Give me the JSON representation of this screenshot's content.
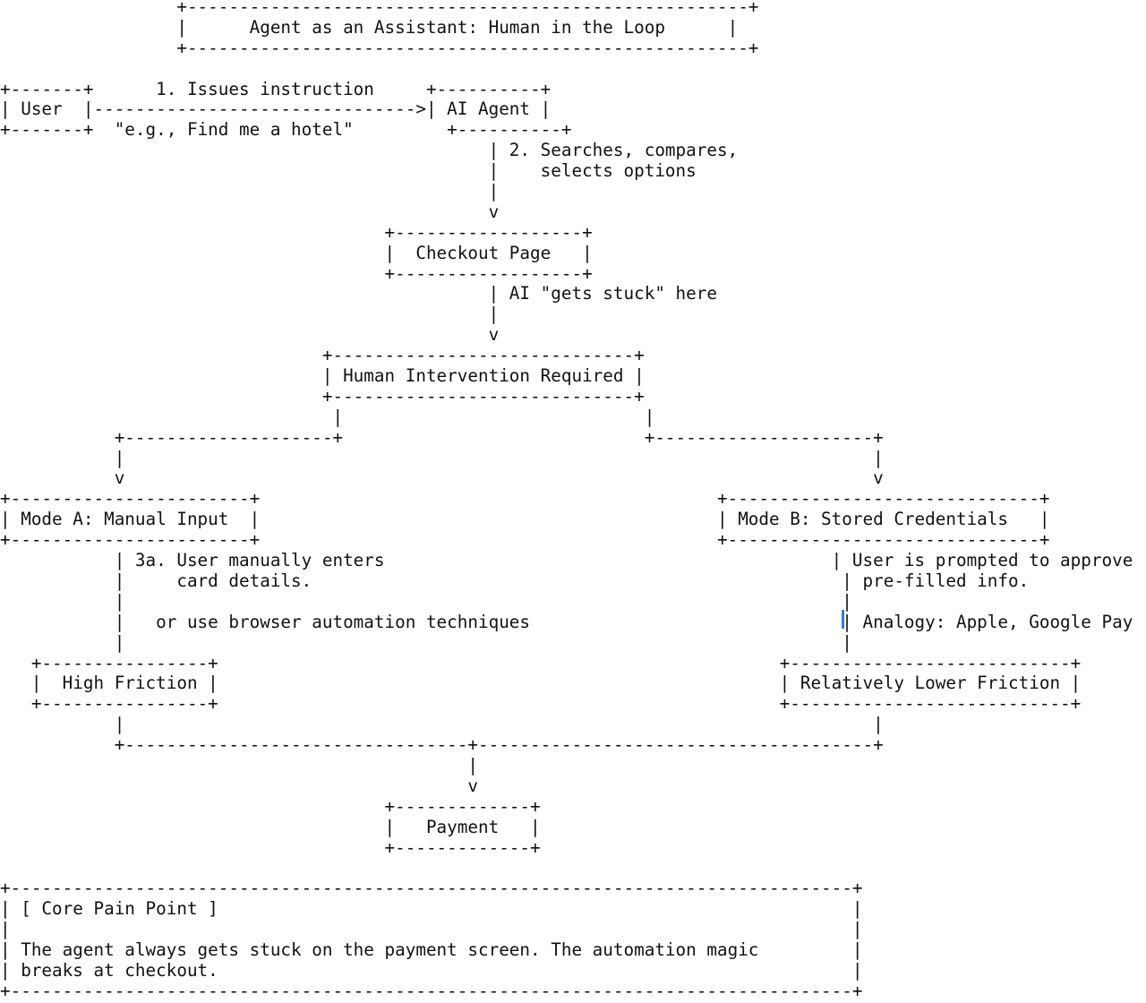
{
  "title": "Agent as an Assistant: Human in the Loop",
  "lines": [
    "                 +------------------------------------------------------+",
    "                 |      Agent as an Assistant: Human in the Loop      |",
    "                 +------------------------------------------------------+",
    "",
    "+-------+      1. Issues instruction     +----------+",
    "| User  |------------------------------->| AI Agent |",
    "+-------+  \"e.g., Find me a hotel\"         +----------+",
    "                                               | 2. Searches, compares,",
    "                                               |    selects options",
    "                                               |",
    "                                               v",
    "                                     +------------------+",
    "                                     |  Checkout Page   |",
    "                                     +------------------+",
    "                                               | AI \"gets stuck\" here",
    "                                               |",
    "                                               v",
    "                               +-----------------------------+",
    "                               | Human Intervention Required |",
    "                               +-----------------------------+",
    "                                |                             |",
    "           +--------------------+                             +---------------------+",
    "           |                                                                        |",
    "           v                                                                        v",
    "+-----------------------+                                            +------------------------------+",
    "| Mode A: Manual Input  |                                            | Mode B: Stored Credentials   |",
    "+-----------------------+                                            +------------------------------+",
    "           | 3a. User manually enters                                           | User is prompted to approve",
    "           |     card details.                                                   | pre-filled info.",
    "           |                                                                     |",
    "           |   or use browser automation techniques                              | Analogy: Apple, Google Pay",
    "           |                                                                     |",
    "   +----------------+                                                      +---------------------------+",
    "   |  High Friction |                                                      | Relatively Lower Friction |",
    "   +----------------+                                                      +---------------------------+",
    "           |                                                                        |",
    "           +---------------------------------+--------------------------------------+",
    "                                             |",
    "                                             v",
    "                                     +-------------+",
    "                                     |   Payment   |",
    "                                     +-------------+",
    "",
    "+---------------------------------------------------------------------------------+",
    "| [ Core Pain Point ]                                                             |",
    "|                                                                                 |",
    "| The agent always gets stuck on the payment screen. The automation magic         |",
    "| breaks at checkout.                                                             |",
    "+---------------------------------------------------------------------------------+"
  ],
  "colors": {
    "text": "#111111",
    "cursor": "#2f7de1",
    "background": "#ffffff"
  }
}
